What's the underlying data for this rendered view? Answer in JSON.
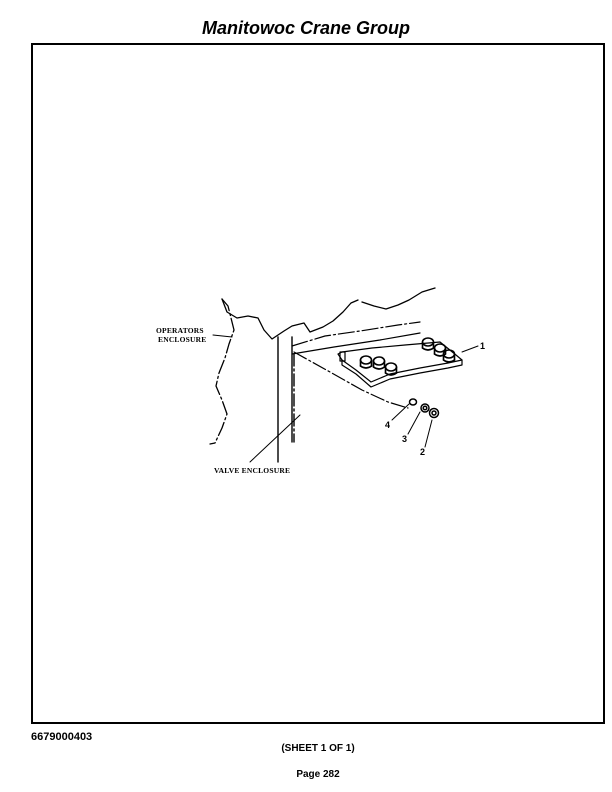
{
  "header": {
    "title": "Manitowoc Crane Group"
  },
  "drawing": {
    "labels": {
      "operators_line1": "OPERATORS",
      "operators_line2": "ENCLOSURE",
      "valve_enclosure": "VALVE ENCLOSURE"
    },
    "item_numbers": [
      "1",
      "2",
      "3",
      "4"
    ]
  },
  "footer": {
    "doc_number": "6679000403",
    "sheet": "(SHEET 1 OF 1)",
    "page": "Page 282"
  }
}
